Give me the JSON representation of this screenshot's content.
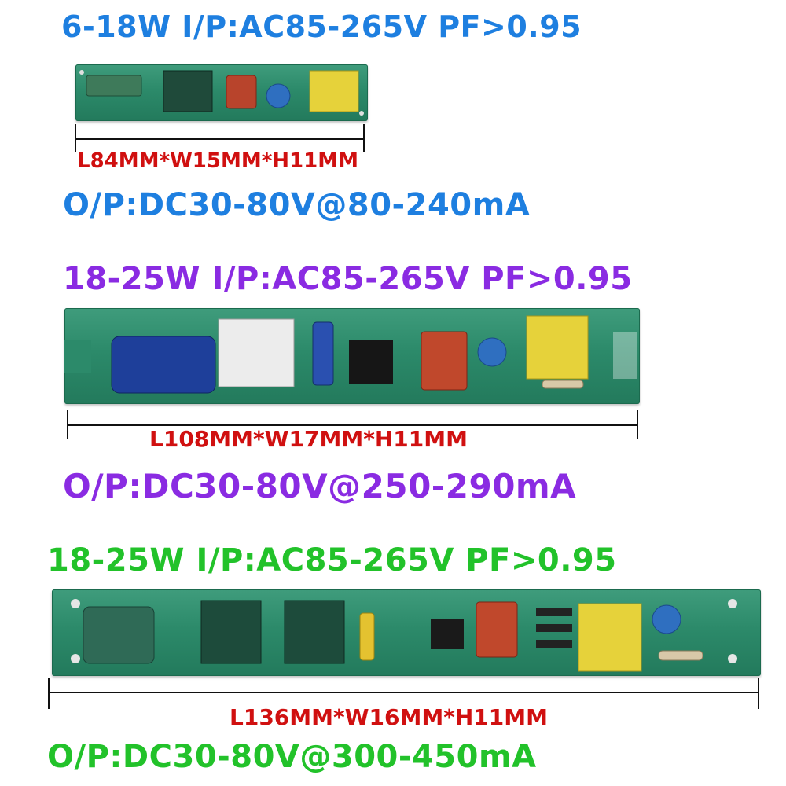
{
  "products": [
    {
      "spec_line": "6-18W I/P:AC85-265V PF>0.95",
      "dimensions": "L84MM*W15MM*H11MM",
      "output": "O/P:DC30-80V@80-240mA",
      "accent_color": "#1e7fe0"
    },
    {
      "spec_line": "18-25W I/P:AC85-265V PF>0.95",
      "dimensions": "L108MM*W17MM*H11MM",
      "output": "O/P:DC30-80V@250-290mA",
      "accent_color": "#8a2be2"
    },
    {
      "spec_line": "18-25W I/P:AC85-265V PF>0.95",
      "dimensions": "L136MM*W16MM*H11MM",
      "output": "O/P:DC30-80V@300-450mA",
      "accent_color": "#22c22a"
    }
  ]
}
